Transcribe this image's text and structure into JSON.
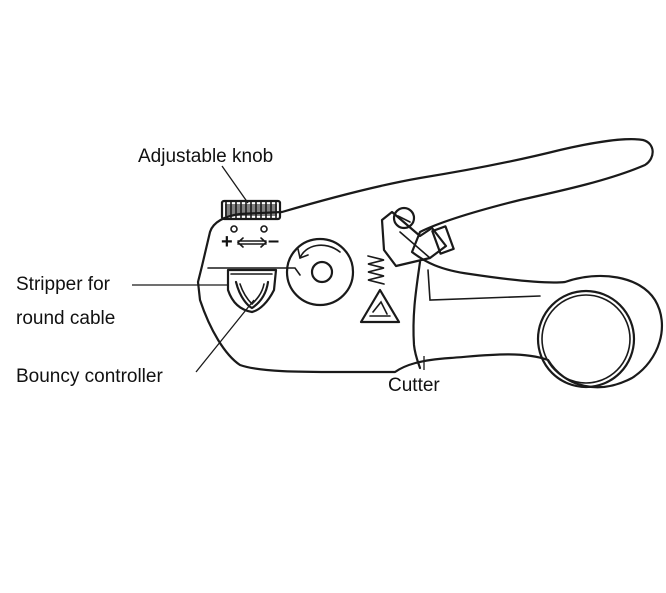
{
  "labels": {
    "adjustable_knob": "Adjustable knob",
    "stripper_line1": "Stripper for",
    "stripper_line2": "round cable",
    "bouncy_controller": "Bouncy controller",
    "cutter": "Cutter"
  },
  "markings": {
    "plus": "+",
    "minus": "–"
  },
  "colors": {
    "line": "#1a1a1a",
    "background": "#ffffff"
  }
}
